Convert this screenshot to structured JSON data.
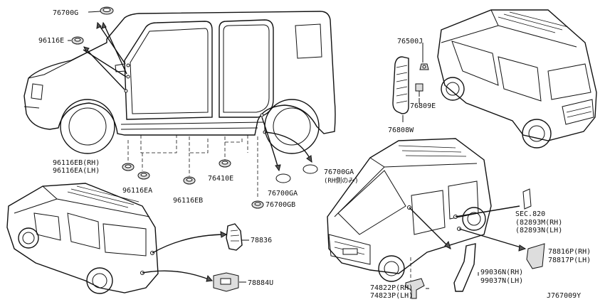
{
  "labels": {
    "p76700G": "76700G",
    "p96116E": "96116E",
    "p96116EB": "96116EB(RH)",
    "p96116EA_LH": "96116EA(LH)",
    "p96116EA": "96116EA",
    "p96116EB2": "96116EB",
    "p76410E": "76410E",
    "p76700GA": "76700GA",
    "p76700GA2": "76700GA",
    "p76700GA2_note": "(RH側のみ)",
    "p76700GB": "76700GB",
    "p76500J": "76500J",
    "p76809E": "76809E",
    "p76808W": "76808W",
    "p78836": "78836",
    "p78884U": "78884U",
    "sec": "SEC.820",
    "p82893M": "(82893M(RH)",
    "p82893N": "(82893N(LH)",
    "p78816P": "78816P(RH)",
    "p78817P": "78817P(LH)",
    "p99036N": "99036N(RH)",
    "p99037N": "99037N(LH)",
    "p74822P": "74822P(RH)",
    "p74823P": "74823P(LH)",
    "diagram_id": "J767009Y"
  }
}
